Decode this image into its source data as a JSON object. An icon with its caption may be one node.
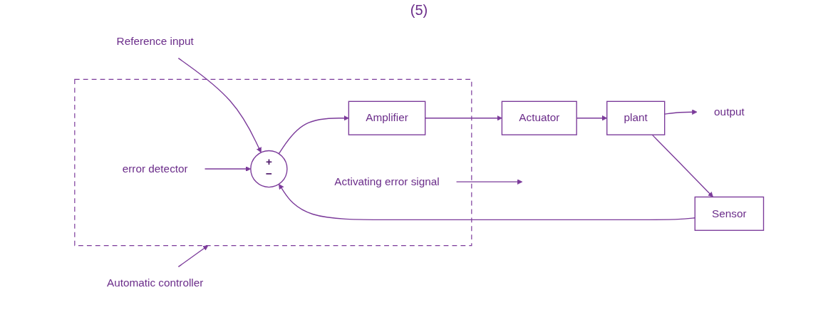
{
  "diagram": {
    "title": "(5)",
    "nodes": [
      {
        "text": [
          "Reference input"
        ]
      },
      {
        "text": [],
        "shape": "box"
      },
      {
        "text": [
          "+",
          "−"
        ],
        "in": 1
      },
      {
        "text": [
          "Amplifier"
        ],
        "in": 1
      },
      {
        "text": [
          "error detector"
        ],
        "in": 1
      },
      {
        "text": [
          "Activating error signal"
        ],
        "in": 1
      },
      {
        "text": [
          "Actuator"
        ]
      },
      {
        "text": [
          "plant"
        ]
      },
      {
        "text": [
          "output"
        ]
      },
      {
        "text": [
          "Sensor"
        ]
      },
      {
        "text": [
          "Automatic controller"
        ]
      }
    ],
    "edges": [
      {
        "from": 0,
        "to": 2,
        "arrow": "to"
      },
      {
        "from": 2,
        "to": 3,
        "arrow": "to"
      },
      {
        "from": 3,
        "to": 6,
        "arrow": "to"
      },
      {
        "from": 6,
        "to": 7,
        "arrow": "to"
      },
      {
        "from": 7,
        "to": 8,
        "arrow": "to"
      },
      {
        "from": 7,
        "to": 9,
        "arrow": "to"
      },
      {
        "from": 9,
        "to": 2,
        "arrow": "to"
      },
      {
        "from": 4,
        "to": 2,
        "arrow": "to"
      },
      {
        "from": 5,
        "to": null,
        "arrow": "to"
      },
      {
        "from": 10,
        "to": 1,
        "arrow": "to"
      }
    ]
  }
}
